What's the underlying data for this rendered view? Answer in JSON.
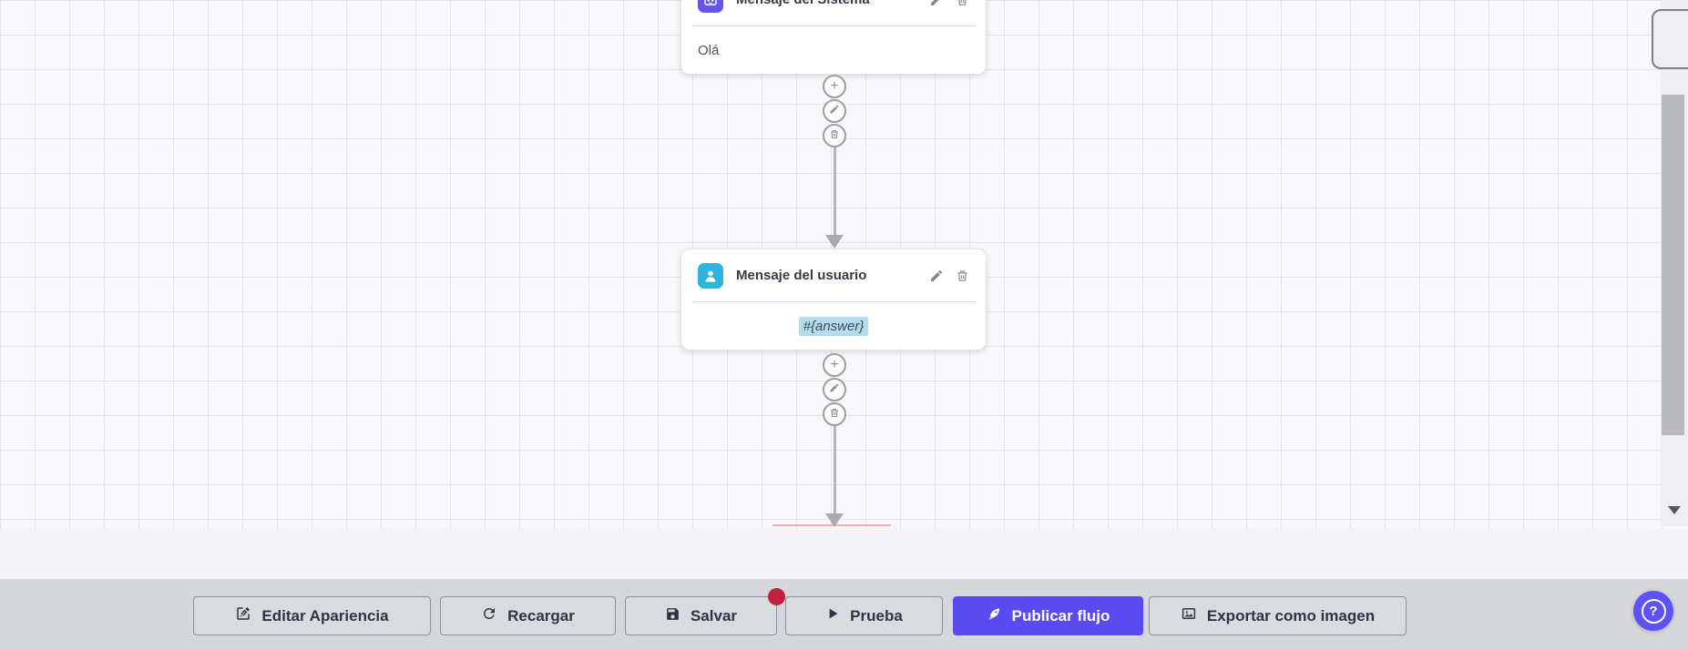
{
  "canvas": {
    "nodes": [
      {
        "title": "Mensaje del Sistema",
        "body": "Olá",
        "icon": "robot-icon",
        "icon_bg": "#6156e8"
      },
      {
        "title": "Mensaje del usuario",
        "body": "#{answer}",
        "icon": "user-icon",
        "icon_bg": "#2eb4e1",
        "body_highlighted": true
      }
    ],
    "connector_actions": [
      {
        "icon": "plus-icon",
        "glyph": "+"
      },
      {
        "icon": "pencil-icon"
      },
      {
        "icon": "trash-icon"
      }
    ]
  },
  "toolbar": {
    "buttons": [
      {
        "label": "Editar Apariencia",
        "icon": "edit-icon"
      },
      {
        "label": "Recargar",
        "icon": "refresh-icon"
      },
      {
        "label": "Salvar",
        "icon": "save-icon",
        "badge": "unsaved-dot"
      },
      {
        "label": "Prueba",
        "icon": "play-icon"
      },
      {
        "label": "Publicar flujo",
        "icon": "rocket-icon",
        "primary": true
      },
      {
        "label": "Exportar como imagen",
        "icon": "image-icon"
      }
    ]
  },
  "help": {
    "glyph": "?"
  },
  "colors": {
    "primary": "#5b4af0",
    "badge": "#c2203b",
    "system_icon_bg": "#6156e8",
    "user_icon_bg": "#2eb4e1",
    "variable_highlight": "#b5dcec",
    "toolbar_bg": "#d6d7db",
    "canvas_bg": "#f8f8fa"
  }
}
